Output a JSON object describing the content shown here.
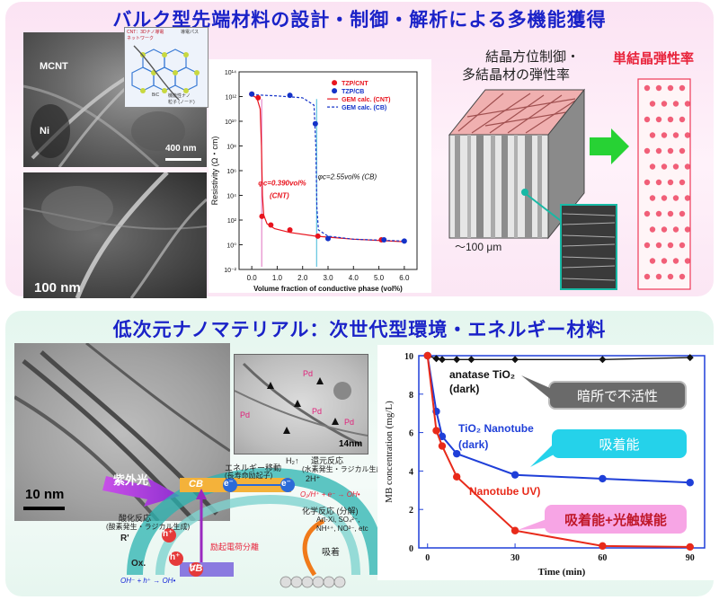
{
  "top_section": {
    "title": "バルク型先端材料の設計・制御・解析による多機能獲得",
    "tem_labels": {
      "mcnt": "MCNT",
      "ni": "Ni",
      "scale1": "400 nm",
      "scale2": "100 nm"
    },
    "inset_labels": {
      "l1": "CNT：3Dナノ導電",
      "l2": "ネットワーク",
      "l3": "導電パス",
      "l4": "BiC",
      "l5": "機能性ナノ",
      "l6": "粒子 (ノード)"
    },
    "crystal": {
      "polycrystal_label_1": "結晶方位制御・",
      "polycrystal_label_2": "多結晶材の弾性率",
      "single_crystal_label": "単結晶弾性率",
      "scale": "～100 μm"
    },
    "chart_text": {
      "ylabel": "Resistivity (Ω・cm)",
      "xlabel": "Volume fraction of conductive phase (vol%)",
      "annot_cnt_1": "φc=0.390vol%",
      "annot_cnt_2": "(CNT)",
      "annot_cb": "φc=2.55vol% (CB)"
    }
  },
  "bottom_section": {
    "title": "低次元ナノマテリアル：次世代型環境・エネルギー材料",
    "tem_scale": "10 nm",
    "inset": {
      "scale": "14nm",
      "pd": "Pd"
    },
    "mechanism": {
      "uv": "紫外光",
      "cb": "CB",
      "vb": "VB",
      "e": "e⁻",
      "h": "h⁺",
      "energy_move_1": "エネルギー移動",
      "energy_move_2": "(長寿命励起子)",
      "reduction_1": "還元反応",
      "reduction_2": "(水素発生・ラジカル生成)",
      "h2": "H₂↑",
      "two_h": "2H⁺",
      "o2_rxn": "O₂/H⁺ + e⁻ → OH•",
      "oxidation_1": "酸化反応",
      "oxidation_2": "(酸素発生・ラジカル生成)",
      "r": "R'",
      "ox": "Ox.",
      "oh_rxn": "OH⁻ + h⁺ → OH•",
      "chem_1": "化学反応 (分解)",
      "chem_2": "Art-Xi, SO₄²⁻,",
      "chem_3": "NH⁴⁺, NO³⁻, etc",
      "excite_sep": "励起電荷分離",
      "adsorption": "吸着"
    },
    "callouts": {
      "dark_inactive": "暗所で不活性",
      "adsorption": "吸着能",
      "adsorption_photocat": "吸着能+光触媒能"
    },
    "series_labels": {
      "anatase": "anatase TiO₂",
      "anatase_sub": "(dark)",
      "tio2_nt": "TiO₂ Nanotube",
      "tio2_nt_sub": "(dark)",
      "nt_uv": "Nanotube UV)"
    }
  },
  "chart_data": [
    {
      "type": "scatter",
      "title": "",
      "xlabel": "Volume fraction of conductive phase (vol%)",
      "ylabel": "Resistivity (Ω・cm)",
      "xlim": [
        -0.5,
        6.5
      ],
      "ylim_log10": [
        -2,
        14
      ],
      "yscale": "log",
      "x_ticks": [
        0.0,
        1.0,
        2.0,
        3.0,
        4.0,
        5.0,
        6.0
      ],
      "y_ticks": [
        "10⁻²",
        "10⁰",
        "10²",
        "10⁴",
        "10⁶",
        "10⁸",
        "10¹⁰",
        "10¹²",
        "10¹⁴"
      ],
      "legend_position": "top-right",
      "series": [
        {
          "name": "TZP/CNT",
          "kind": "points",
          "color": "#e8141e",
          "x": [
            0.0,
            0.25,
            0.4,
            0.75,
            1.5,
            2.6,
            5.1
          ],
          "y_log10": [
            12.2,
            11.9,
            2.3,
            1.6,
            1.2,
            0.7,
            0.4
          ]
        },
        {
          "name": "TZP/CB",
          "kind": "points",
          "color": "#1432c8",
          "x": [
            0.0,
            1.5,
            2.5,
            3.0,
            5.2,
            6.0
          ],
          "y_log10": [
            12.2,
            12.1,
            9.8,
            0.5,
            0.4,
            0.3
          ]
        },
        {
          "name": "GEM calc. (CNT)",
          "kind": "line",
          "color": "#e8141e",
          "dash": "",
          "x": [
            0.0,
            0.2,
            0.33,
            0.38,
            0.42,
            0.47,
            0.6,
            0.9,
            1.5,
            2.5,
            4.0,
            6.0
          ],
          "y_log10": [
            12.1,
            11.9,
            11.0,
            8.0,
            4.0,
            2.4,
            1.7,
            1.3,
            1.0,
            0.7,
            0.45,
            0.25
          ]
        },
        {
          "name": "GEM calc. (CB)",
          "kind": "line",
          "color": "#1432c8",
          "dash": "3,2",
          "x": [
            0.0,
            1.0,
            2.0,
            2.45,
            2.52,
            2.56,
            2.62,
            3.0,
            4.0,
            6.0
          ],
          "y_log10": [
            12.15,
            12.05,
            11.9,
            11.3,
            8.0,
            3.0,
            1.2,
            0.7,
            0.45,
            0.3
          ]
        }
      ],
      "percolation_markers": [
        {
          "x": 0.39,
          "color": "#e070c0"
        },
        {
          "x": 2.55,
          "color": "#40b8d8"
        }
      ]
    },
    {
      "type": "line",
      "title": "",
      "xlabel": "Time (min)",
      "ylabel": "MB concentration (mg/L)",
      "xlim": [
        -3,
        95
      ],
      "ylim": [
        0,
        10
      ],
      "x_ticks": [
        0,
        30,
        60,
        90
      ],
      "y_ticks": [
        0,
        2,
        4,
        6,
        8,
        10
      ],
      "series": [
        {
          "name": "anatase TiO₂ (dark)",
          "color": "#111111",
          "marker": "diamond",
          "x": [
            0,
            3,
            5,
            10,
            15,
            30,
            60,
            90
          ],
          "y": [
            10.0,
            9.85,
            9.8,
            9.8,
            9.8,
            9.8,
            9.8,
            9.9
          ]
        },
        {
          "name": "TiO₂ Nanotube (dark)",
          "color": "#1f3fd8",
          "marker": "circle",
          "x": [
            0,
            3,
            5,
            10,
            30,
            60,
            90
          ],
          "y": [
            10.0,
            7.1,
            5.8,
            4.9,
            3.8,
            3.6,
            3.4
          ]
        },
        {
          "name": "Nanotube UV)",
          "color": "#e82a1a",
          "marker": "circle",
          "x": [
            0,
            3,
            5,
            10,
            30,
            60,
            90
          ],
          "y": [
            10.0,
            6.1,
            5.3,
            3.7,
            0.9,
            0.1,
            0.05
          ]
        }
      ]
    }
  ],
  "colors": {
    "title": "#1a22c8",
    "arrow_green": "#27d234",
    "pink_crystal": "#ee3a58",
    "callout_cyan": "#25d2ea",
    "callout_pink": "#f7a5e5"
  }
}
